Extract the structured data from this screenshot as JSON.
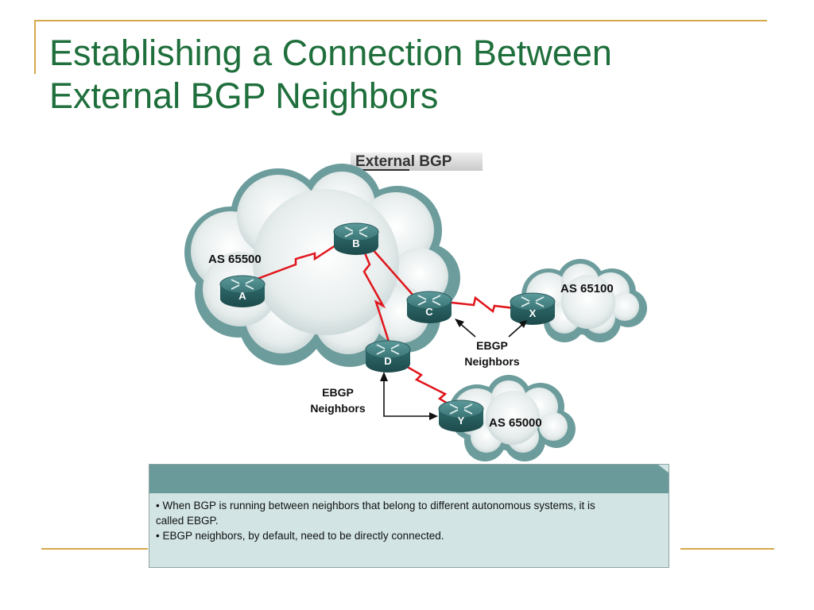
{
  "slide": {
    "title_line1": "Establishing a Connection Between",
    "title_line2": "External BGP Neighbors"
  },
  "diagram": {
    "heading": "External BGP",
    "as_labels": {
      "as_main": "AS 65500",
      "as_right": "AS 65100",
      "as_bottom": "AS 65000"
    },
    "routers": {
      "a": "A",
      "b": "B",
      "c": "C",
      "d": "D",
      "x": "X",
      "y": "Y"
    },
    "neighbor_labels": {
      "cx_line1": "EBGP",
      "cx_line2": "Neighbors",
      "dy_line1": "EBGP",
      "dy_line2": "Neighbors"
    }
  },
  "info": {
    "bullet1_line1": "• When BGP is running between neighbors that belong to different autonomous systems, it is",
    "bullet1_line2": "called EBGP.",
    "bullet2": "• EBGP neighbors, by default, need to be directly connected."
  },
  "colors": {
    "title": "#1f6f3c",
    "accent_rule": "#d4a84b",
    "link": "#e0151b",
    "router": "#3f7f80",
    "cloud_edge": "#6c9c9c",
    "info_header": "#6b9a9a",
    "info_body": "#d2e4e4"
  }
}
